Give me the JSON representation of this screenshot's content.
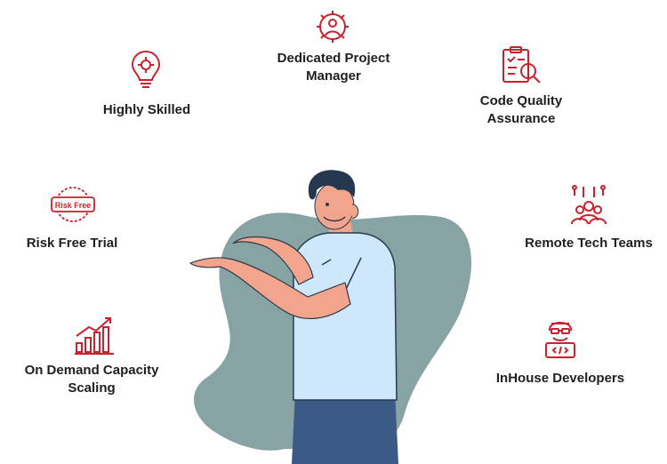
{
  "colors": {
    "accent": "#c8232c",
    "blob": "#88a3a3",
    "shirt": "#cfe7fb",
    "pants": "#3c5a86",
    "skin": "#f2a48c",
    "hair": "#25384f"
  },
  "features": [
    {
      "key": "dedicated",
      "lines": [
        "Dedicated Project",
        "Manager"
      ],
      "icon": "gear-person-icon"
    },
    {
      "key": "skilled",
      "lines": [
        "Highly Skilled"
      ],
      "icon": "lightbulb-gear-icon"
    },
    {
      "key": "quality",
      "lines": [
        "Code Quality",
        "Assurance"
      ],
      "icon": "clipboard-magnifier-icon"
    },
    {
      "key": "risk",
      "lines": [
        "Risk Free Trial"
      ],
      "icon": "risk-free-badge-icon",
      "badge_text": "Risk Free"
    },
    {
      "key": "remote",
      "lines": [
        "Remote Tech Teams"
      ],
      "icon": "team-network-icon"
    },
    {
      "key": "scaling",
      "lines": [
        "On Demand Capacity",
        "Scaling"
      ],
      "icon": "growth-chart-icon"
    },
    {
      "key": "inhouse",
      "lines": [
        "InHouse Developers"
      ],
      "icon": "developer-icon"
    }
  ]
}
